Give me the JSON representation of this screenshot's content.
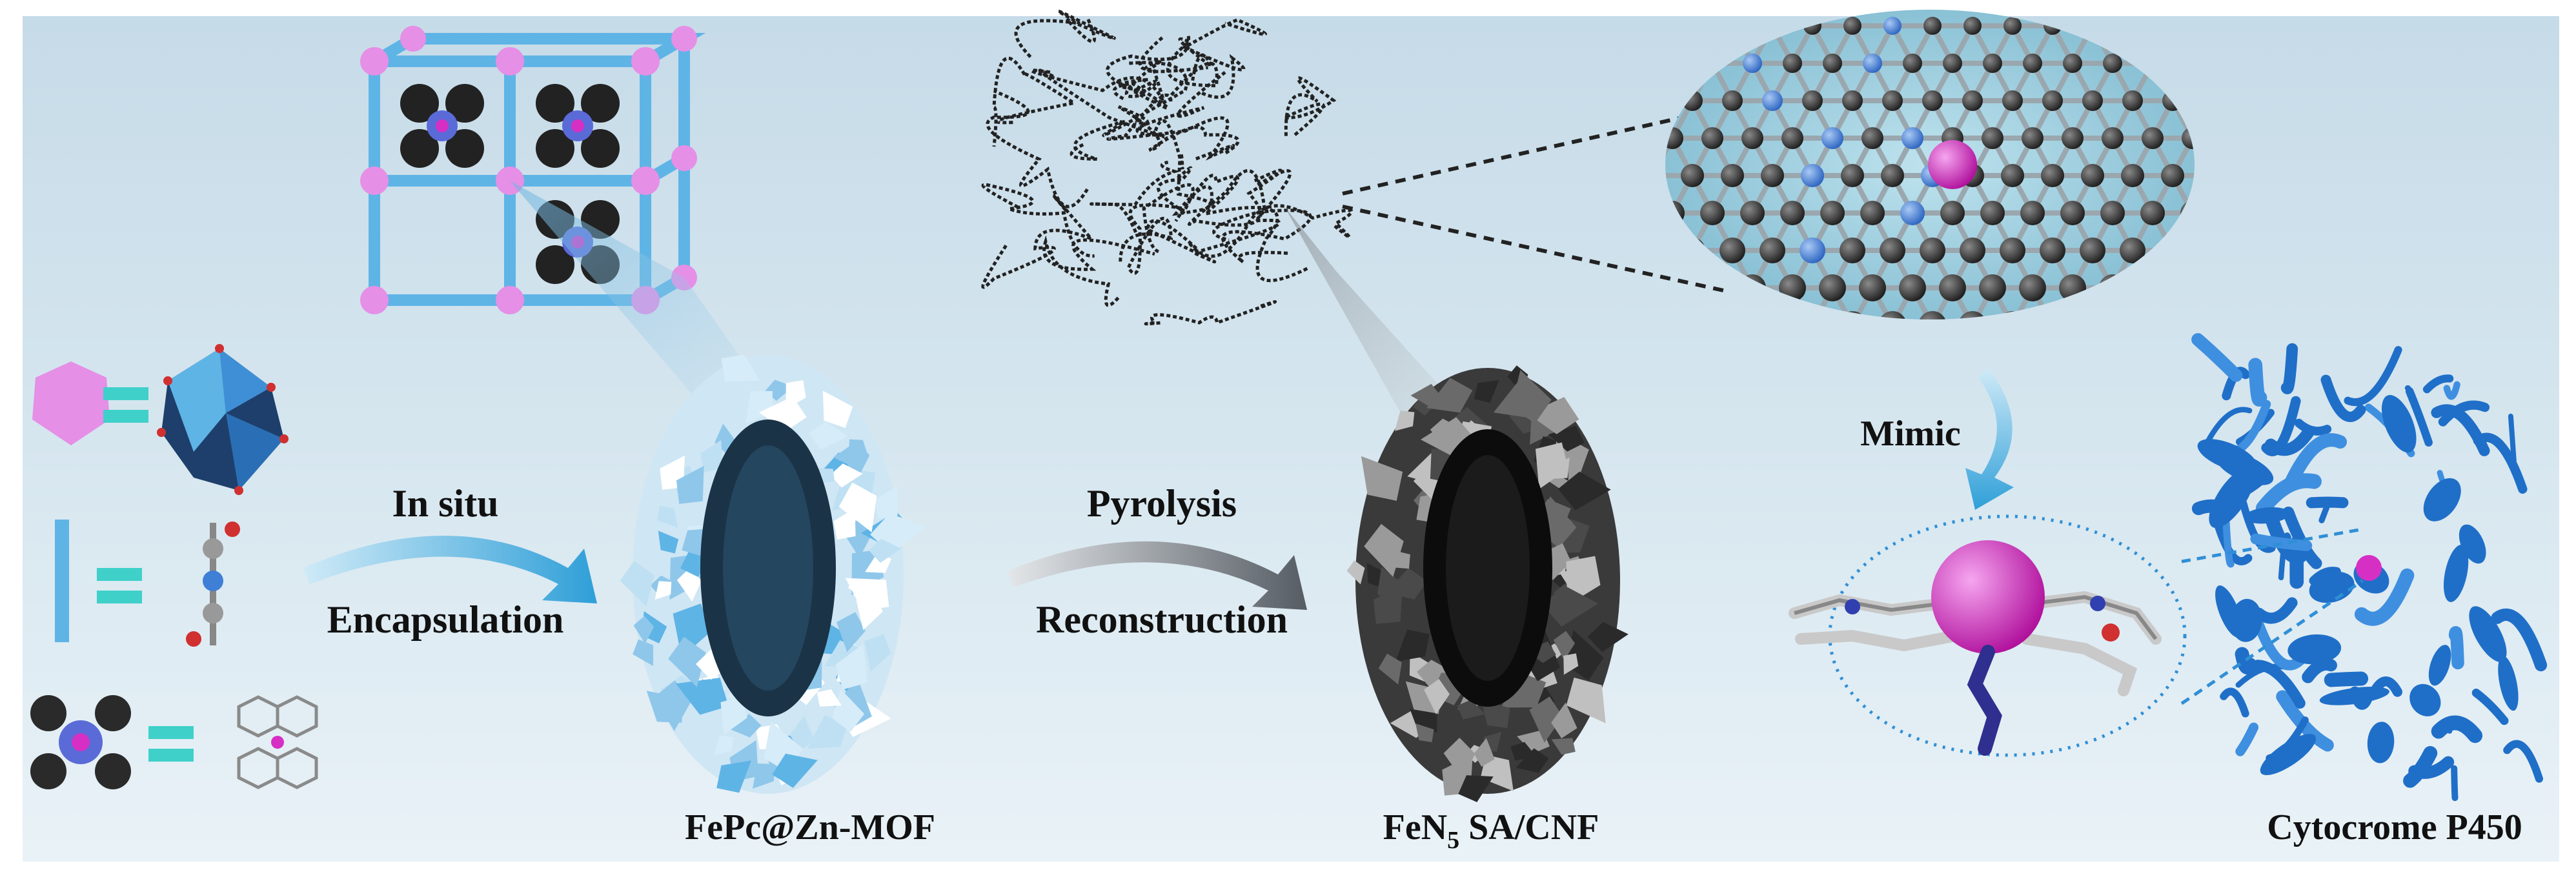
{
  "labels": {
    "in_situ": "In situ",
    "encapsulation": "Encapsulation",
    "pyrolysis": "Pyrolysis",
    "reconstruction": "Reconstruction",
    "mimic": "Mimic",
    "fepc_mof": "FePc@Zn-MOF",
    "fen5_main": "FeN",
    "fen5_sub": "5",
    "fen5_rest": " SA/CNF",
    "p450": "Cytocrome P450"
  },
  "colors": {
    "background_top": "#c9dde9",
    "background_bottom": "#e6f0f6",
    "mof_blue": "#5fb4e6",
    "node_pink": "#e58fe6",
    "iron_magenta": "#d62fc4",
    "nitrogen_blue": "#3f7fd6",
    "carbon_gray": "#3a3a3a",
    "protein_blue": "#1f6fc8"
  }
}
